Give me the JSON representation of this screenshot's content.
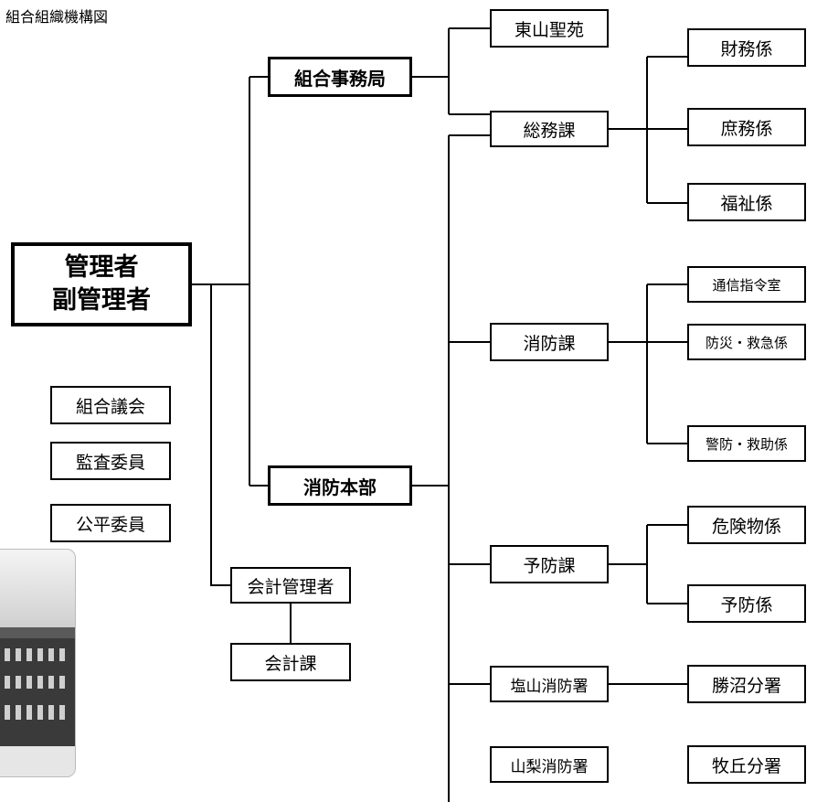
{
  "title": "組合組織機構図",
  "head": {
    "line1": "管理者",
    "line2": "副管理者"
  },
  "left_boxes": {
    "assembly": "組合議会",
    "audit": "監査委員",
    "fair": "公平委員"
  },
  "accounting": {
    "manager": "会計管理者",
    "section": "会計課"
  },
  "office": {
    "name": "組合事務局",
    "units": {
      "seien": "東山聖苑",
      "somu": "総務課"
    },
    "somu_units": [
      "財務係",
      "庶務係",
      "福祉係"
    ]
  },
  "fire_hq": {
    "name": "消防本部",
    "shobo": {
      "name": "消防課",
      "units": [
        "通信指令室",
        "防災・救急係",
        "警防・救助係"
      ]
    },
    "yobo": {
      "name": "予防課",
      "units": [
        "危険物係",
        "予防係"
      ]
    },
    "stations": [
      {
        "name": "塩山消防署",
        "branch": "勝沼分署"
      },
      {
        "name": "山梨消防署",
        "branch": "牧丘分署"
      }
    ]
  }
}
